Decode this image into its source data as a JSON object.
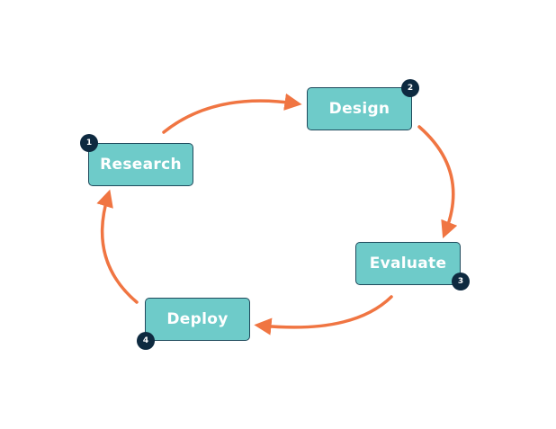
{
  "diagram": {
    "title": "",
    "colors": {
      "box_fill": "#6ecbc9",
      "box_border": "#1f4a5c",
      "badge_fill": "#0e2a40",
      "arrow": "#f07542",
      "text": "#ffffff"
    },
    "steps": [
      {
        "number": "1",
        "label": "Research"
      },
      {
        "number": "2",
        "label": "Design"
      },
      {
        "number": "3",
        "label": "Evaluate"
      },
      {
        "number": "4",
        "label": "Deploy"
      }
    ],
    "flow": [
      {
        "from": "Research",
        "to": "Design"
      },
      {
        "from": "Design",
        "to": "Evaluate"
      },
      {
        "from": "Evaluate",
        "to": "Deploy"
      },
      {
        "from": "Deploy",
        "to": "Research"
      }
    ]
  }
}
